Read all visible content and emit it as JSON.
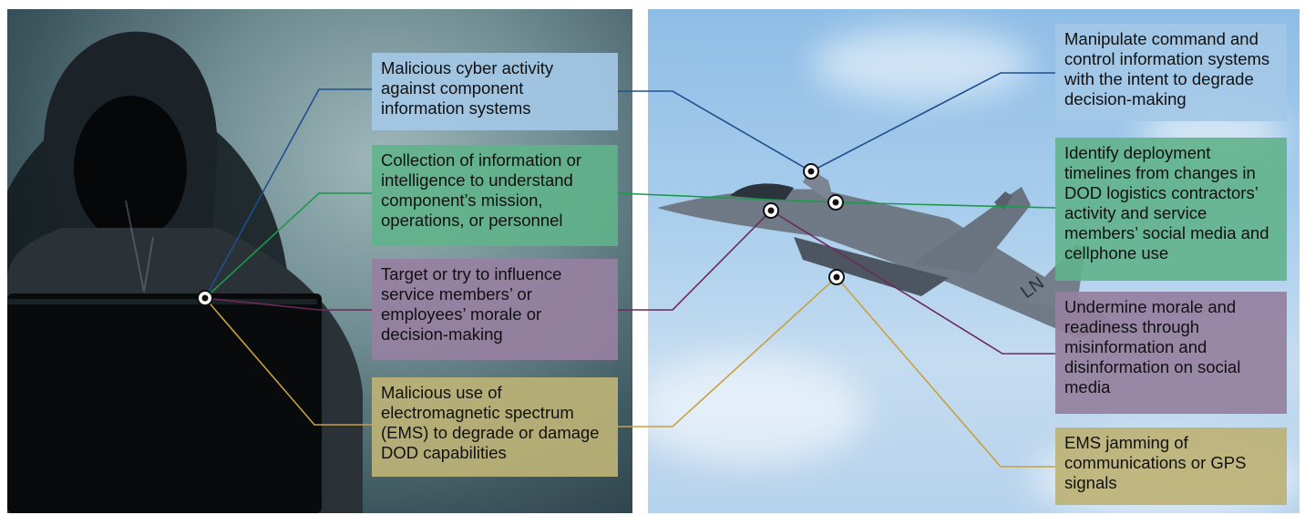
{
  "left_callouts": {
    "cyber": "Malicious cyber activity against component information systems",
    "collection": "Collection of information or intelligence to understand component’s mission, operations, or personnel",
    "influence": "Target or try to influence service members’ or employees’ morale or decision-making",
    "ems": "Malicious use of electromagnetic spectrum (EMS) to degrade or damage DOD capabilities"
  },
  "right_callouts": {
    "command": "Manipulate command and control information systems with the intent to degrade decision-making",
    "deployment": "Identify deployment timelines from changes in DOD logistics contractors’ activity and service members’ social media and cellphone use",
    "morale": "Undermine morale and readiness through misinformation and disinformation on social media",
    "jamming": "EMS jamming of communications or GPS signals"
  },
  "aircraft_tail_code": "LN",
  "colors": {
    "blue_line": "#1f4f8f",
    "green_line": "#1a9a4a",
    "purple_line": "#6a2a5a",
    "olive_line": "#c8a040"
  }
}
